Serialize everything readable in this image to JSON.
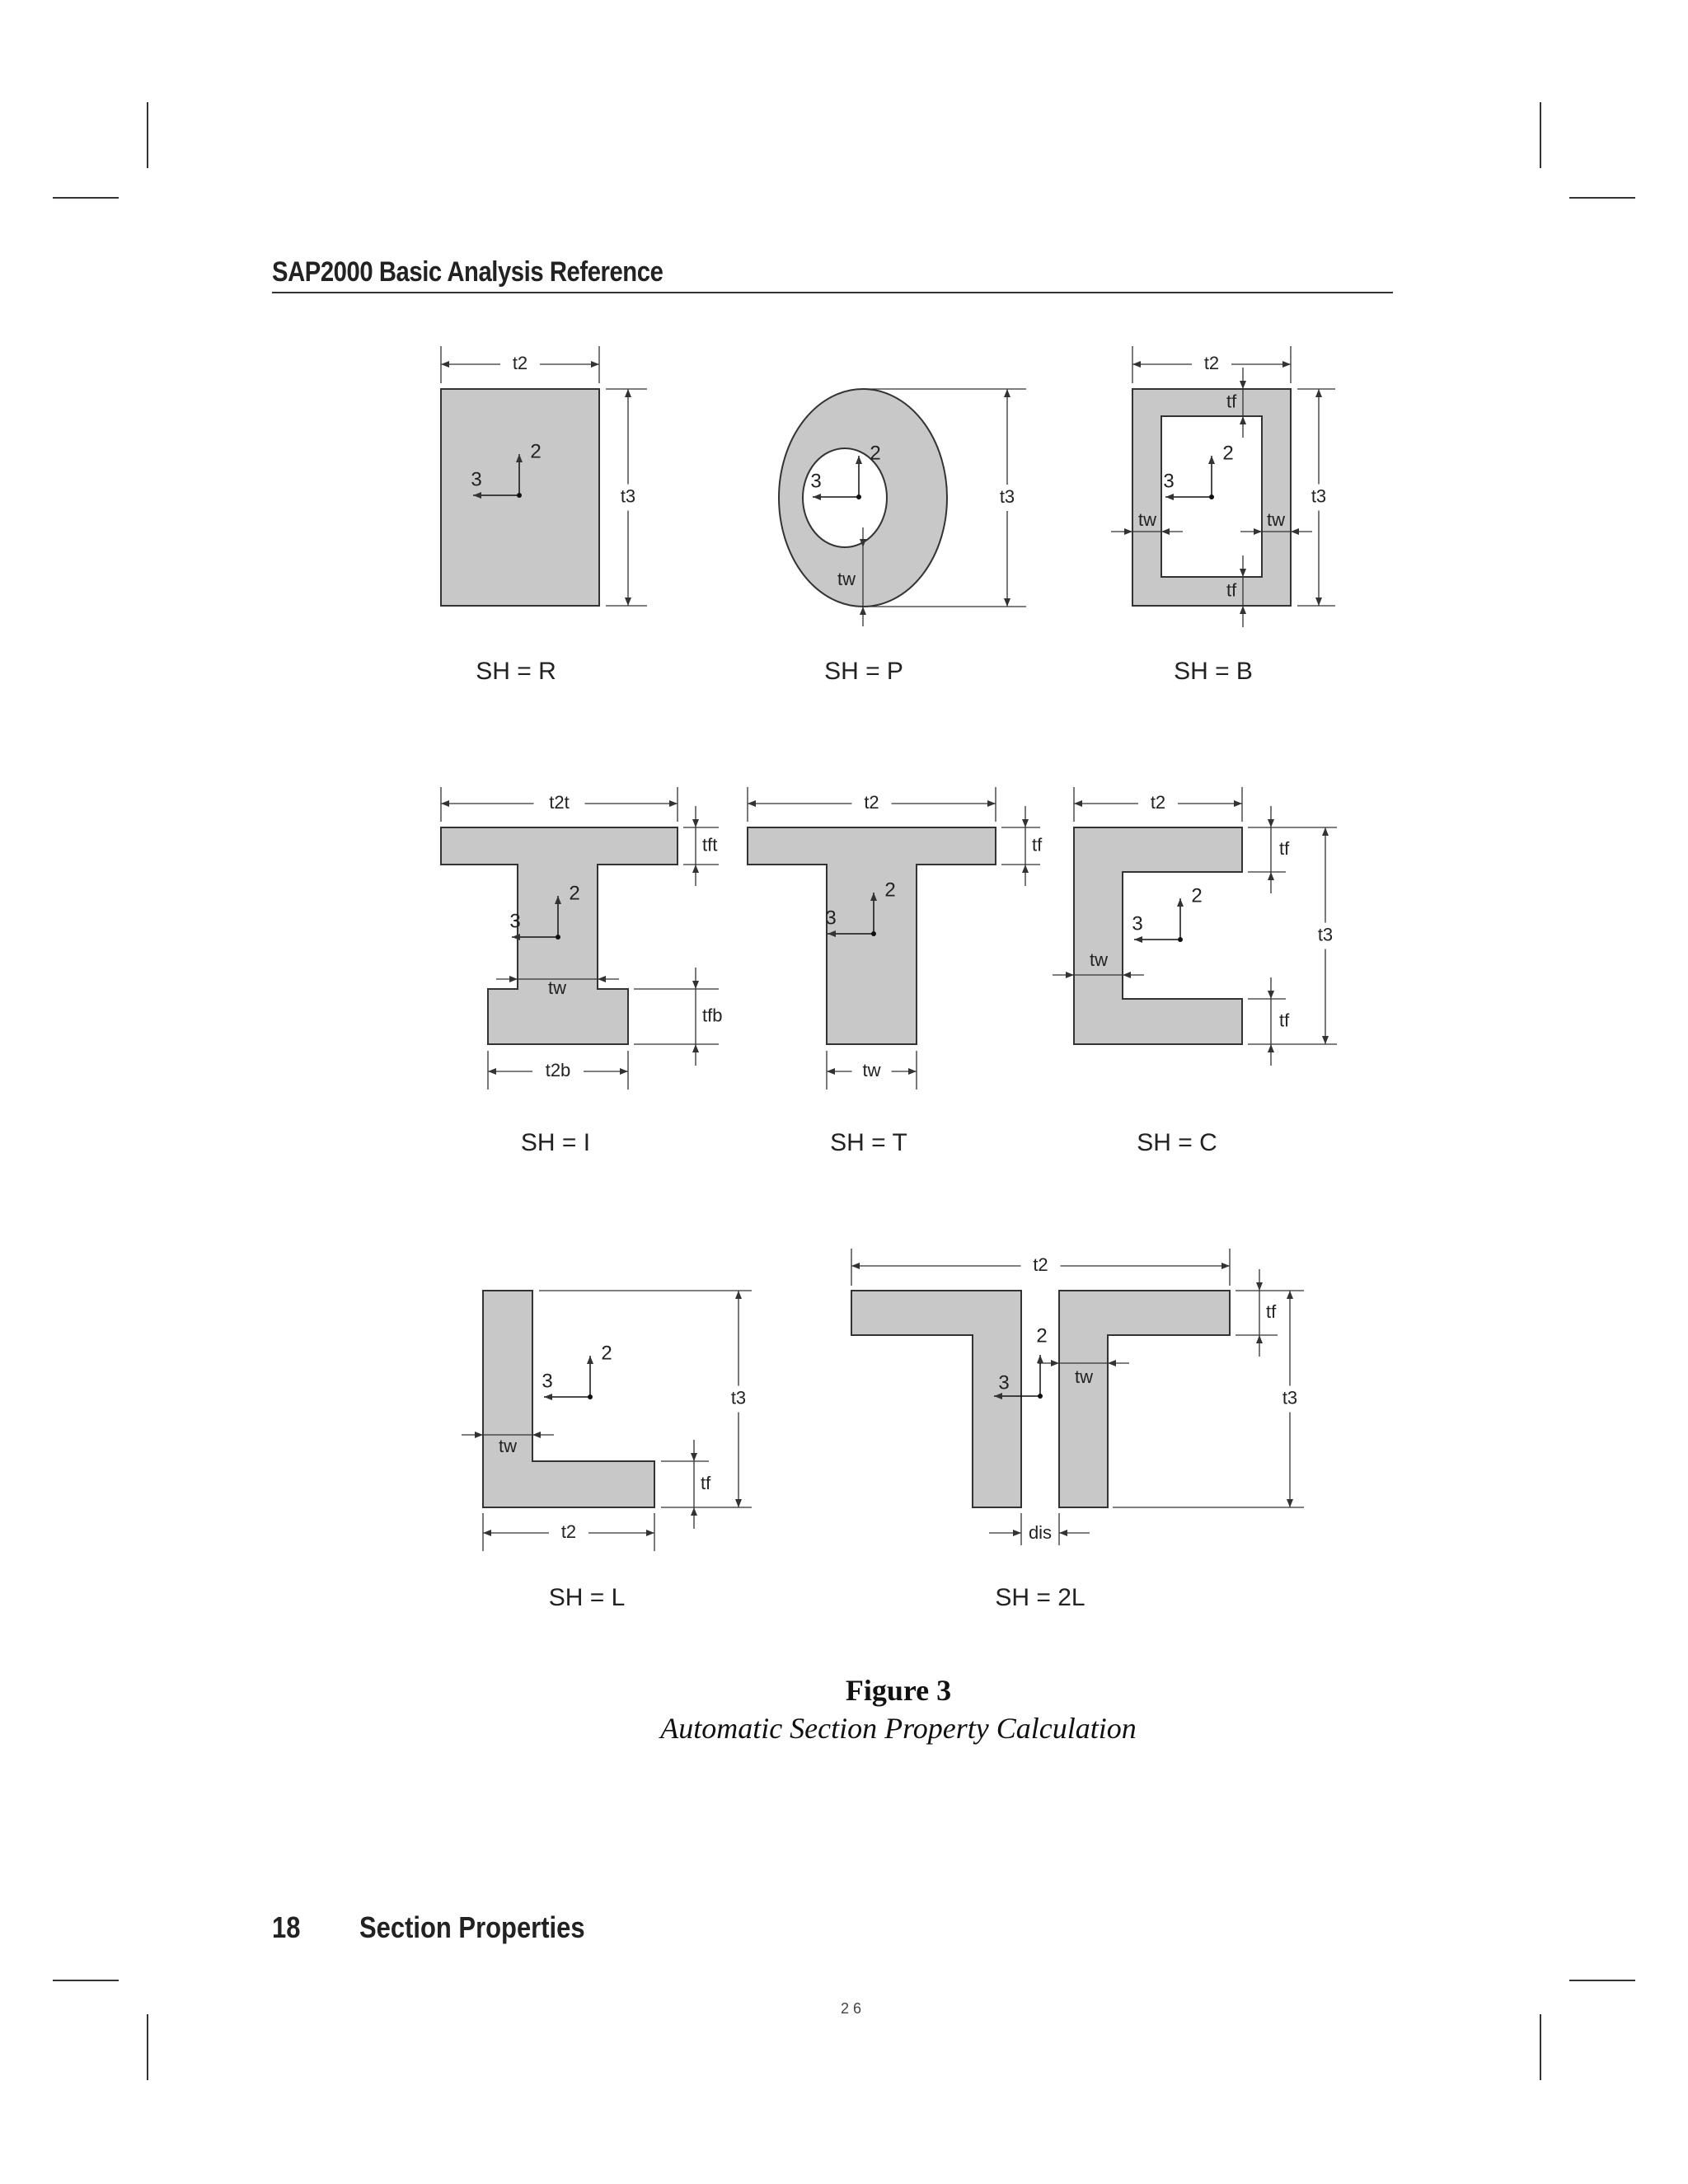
{
  "header": {
    "title": "SAP2000 Basic Analysis Reference"
  },
  "figure": {
    "title": "Figure 3",
    "subtitle": "Automatic Section Property Calculation",
    "shape_labels": {
      "R": "SH = R",
      "P": "SH = P",
      "B": "SH = B",
      "I": "SH = I",
      "T": "SH = T",
      "C": "SH = C",
      "L": "SH = L",
      "2L": "SH = 2L"
    },
    "dims": {
      "t2": "t2",
      "t3": "t3",
      "tw": "tw",
      "tf": "tf",
      "t2t": "t2t",
      "t2b": "t2b",
      "tft": "tft",
      "tfb": "tfb",
      "dis": "dis"
    },
    "axes": {
      "a2": "2",
      "a3": "3"
    },
    "colors": {
      "section_fill": "#c8c8c8",
      "line": "#333333"
    }
  },
  "footer": {
    "page_number": "18",
    "section": "Section Properties"
  },
  "page_index": "26"
}
